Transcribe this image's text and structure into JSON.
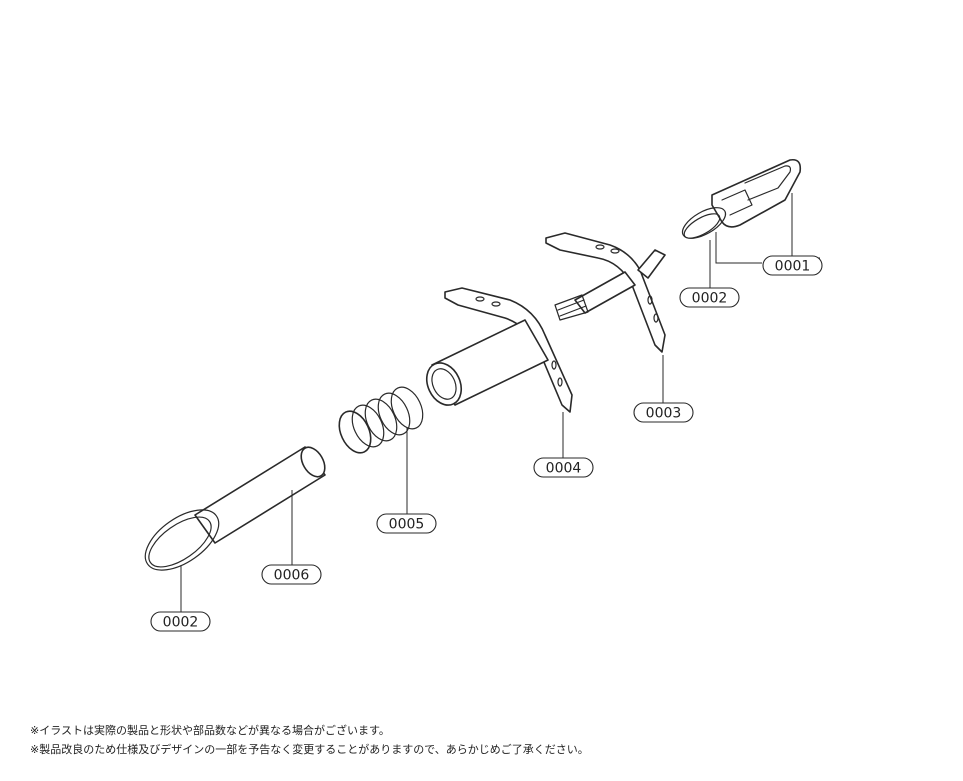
{
  "callouts": [
    {
      "id": "c1",
      "label": "0001"
    },
    {
      "id": "c2",
      "label": "0002"
    },
    {
      "id": "c3",
      "label": "0003"
    },
    {
      "id": "c4",
      "label": "0004"
    },
    {
      "id": "c5",
      "label": "0005"
    },
    {
      "id": "c6",
      "label": "0006"
    },
    {
      "id": "c7",
      "label": "0002"
    }
  ],
  "notes": [
    "※イラストは実際の製品と形状や部品数などが異なる場合がございます。",
    "※製品改良のため仕様及びデザインの一部を予告なく変更することがありますので、あらかじめご了承ください。"
  ]
}
